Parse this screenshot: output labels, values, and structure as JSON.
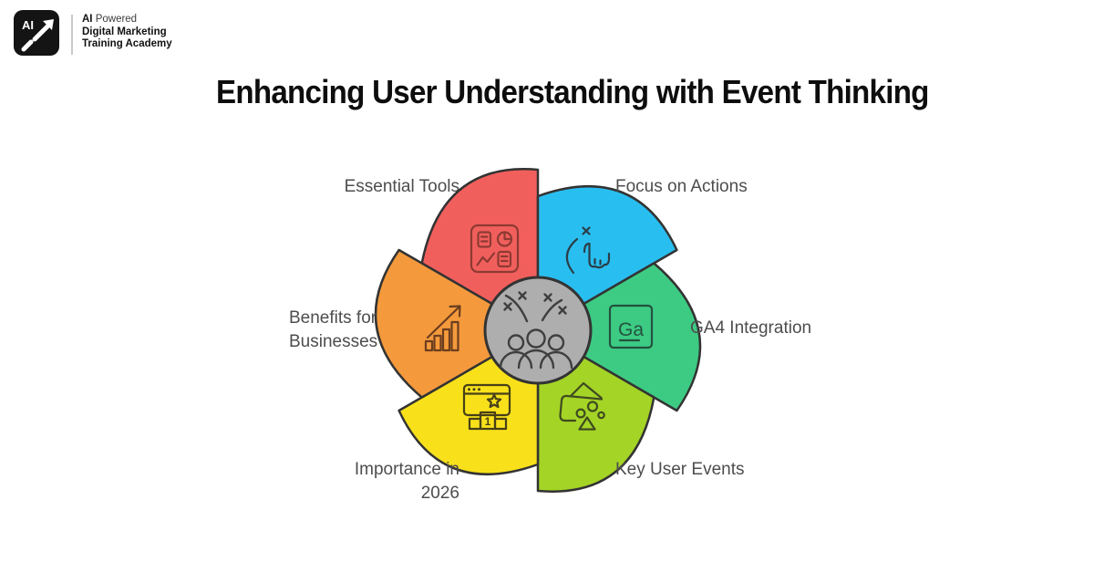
{
  "logo": {
    "badge_text": "AI",
    "badge_bg": "#141414",
    "line1_bold": "AI",
    "line1_rest": " Powered",
    "line2": "Digital Marketing",
    "line3": "Training Academy"
  },
  "title": "Enhancing User Understanding with Event Thinking",
  "diagram": {
    "outline_color": "#333333",
    "label_color": "#4d4d4d",
    "center": {
      "icon": "celebration-crowd-icon",
      "fill": "#aeaeae",
      "icon_color": "#3f3f3f"
    },
    "ga_badge_text": "Ga",
    "podium_rank": "1",
    "segments": [
      {
        "id": "essential-tools",
        "label": "Essential Tools",
        "color": "#f15f5c",
        "icon": "dashboard-icon",
        "icon_color": "#8d3a32"
      },
      {
        "id": "focus-on-actions",
        "label": "Focus on Actions",
        "color": "#29bef0",
        "icon": "tap-gesture-icon",
        "icon_color": "#2b3e47"
      },
      {
        "id": "ga4-integration",
        "label": "GA4 Integration",
        "color": "#3dcb83",
        "icon": "ga4-badge-icon",
        "icon_color": "#23523f"
      },
      {
        "id": "key-user-events",
        "label": "Key User Events",
        "color": "#a4d426",
        "icon": "basket-items-icon",
        "icon_color": "#3e4a20"
      },
      {
        "id": "importance-in-2026",
        "label": "Importance in 2026",
        "color": "#f8e11a",
        "icon": "ranking-podium-icon",
        "icon_color": "#474018"
      },
      {
        "id": "benefits-for-businesses",
        "label": "Benefits for Businesses",
        "color": "#f49a3c",
        "icon": "growth-chart-icon",
        "icon_color": "#6b3d1e"
      }
    ]
  }
}
